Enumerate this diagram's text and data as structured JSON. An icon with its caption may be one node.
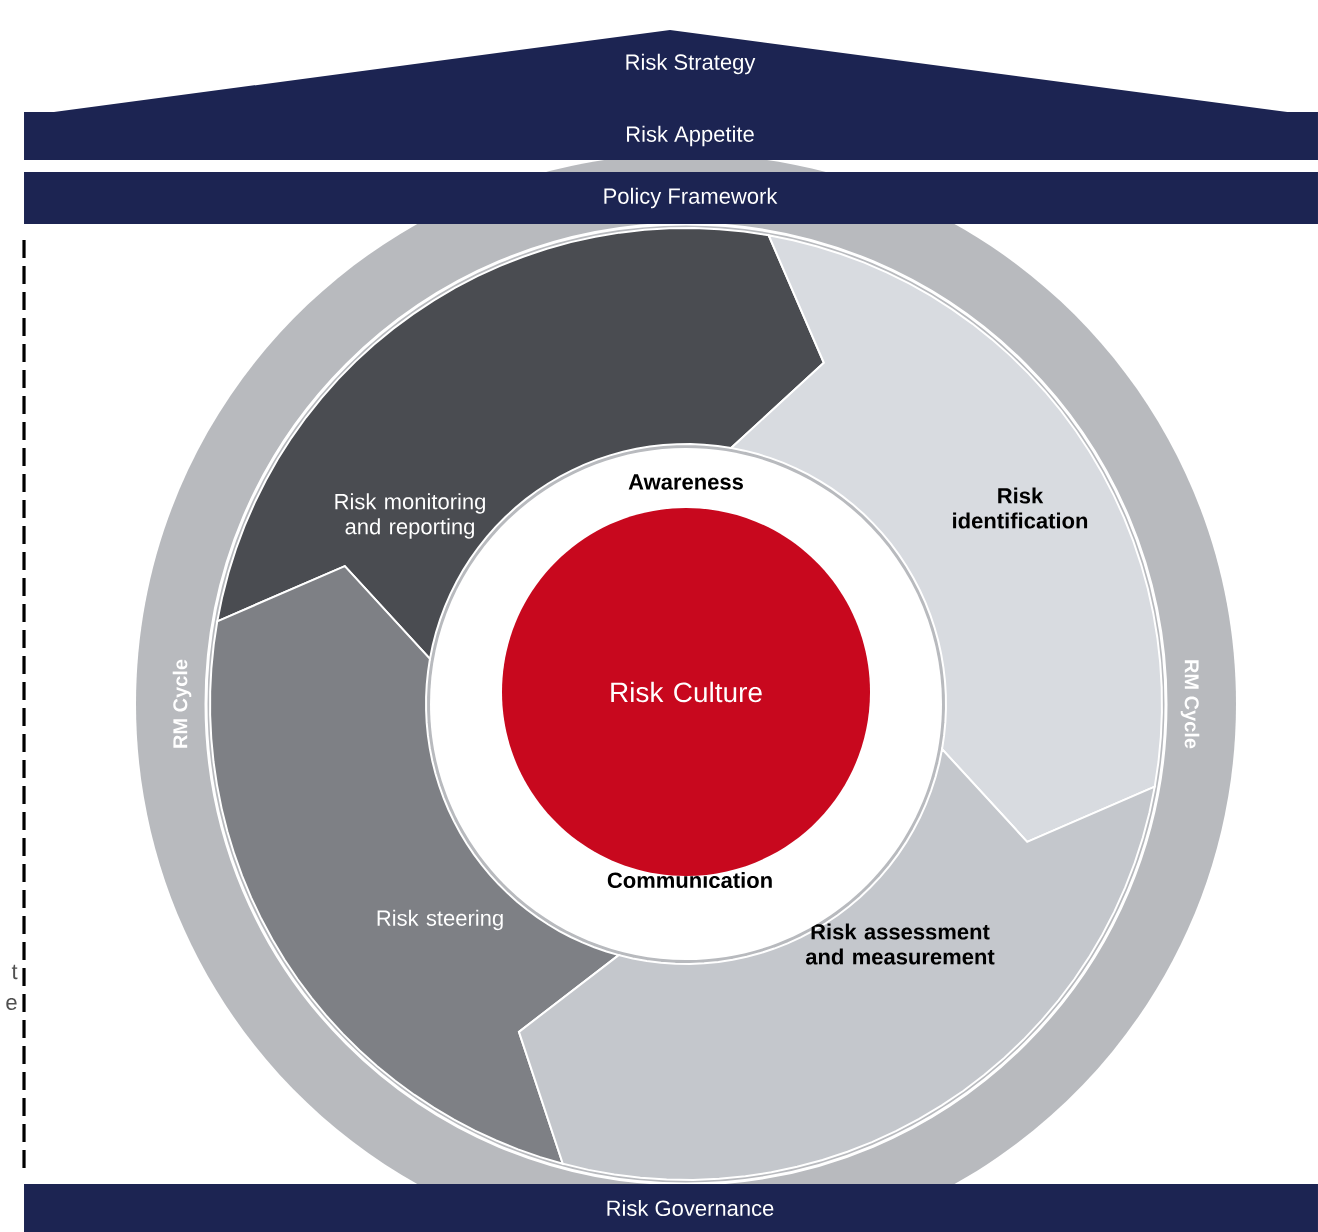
{
  "diagram": {
    "nodes": [
      {
        "text": [
          "Risk Strategy"
        ]
      },
      {
        "text": [
          "Risk Appetite"
        ]
      },
      {
        "text": [
          "Policy Framework"
        ]
      },
      {
        "text": [
          "RM Cycle",
          "RM Cycle"
        ]
      },
      {
        "text": [
          "Risk monitoring and reporting"
        ],
        "in": 3
      },
      {
        "text": [
          "Risk identification"
        ],
        "in": 3
      },
      {
        "text": [
          "Awareness",
          "Communication"
        ],
        "in": 3
      },
      {
        "text": [
          "Risk Culture"
        ],
        "in": 6
      },
      {
        "text": [
          "Risk steering"
        ],
        "in": 3
      },
      {
        "text": [
          "Risk assessment and measurement"
        ],
        "in": 3
      },
      {
        "text": [
          "Risk Governance"
        ]
      }
    ],
    "labels": [
      "t",
      "e"
    ]
  }
}
